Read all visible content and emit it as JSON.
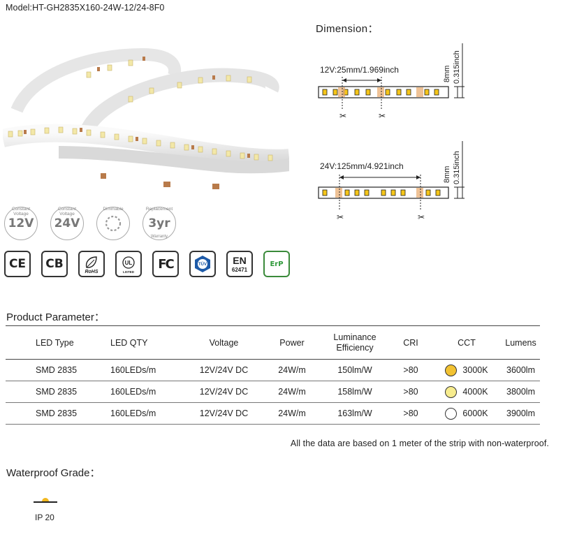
{
  "model": "Model:HT-GH2835X160-24W-12/24-8F0",
  "badges": {
    "v12": {
      "top": "Constant Voltage",
      "main": "12V"
    },
    "v24": {
      "top": "Constant Voltage",
      "main": "24V"
    },
    "dimmable": {
      "top": "Dimmable"
    },
    "warranty": {
      "top": "Replacement",
      "main": "3yr",
      "bottom": "Warranty"
    }
  },
  "certs": {
    "ce": "CE",
    "cb": "CB",
    "rohs": "RoHS",
    "ul": "UL",
    "fc": "FC",
    "tuv": "TÜV",
    "en_top": "EN",
    "en_bottom": "62471",
    "erp": "ErP"
  },
  "dimension": {
    "title": "Dimension：",
    "v12_cut": "12V:25mm/1.969inch",
    "v24_cut": "24V:125mm/4.921inch",
    "width_mm": "8mm",
    "width_inch": "0.315inch"
  },
  "product_parameter": {
    "title": "Product Parameter：",
    "headers": {
      "led_type": "LED Type",
      "led_qty": "LED QTY",
      "voltage": "Voltage",
      "power": "Power",
      "luminance_line1": "Luminance",
      "luminance_line2": "Efficiency",
      "cri": "CRI",
      "cct": "CCT",
      "lumens": "Lumens"
    },
    "rows": [
      {
        "led_type": "SMD 2835",
        "led_qty": "160LEDs/m",
        "voltage": "12V/24V DC",
        "power": "24W/m",
        "efficiency": "150lm/W",
        "cri": ">80",
        "cct": "3000K",
        "cct_color": "#f2c232",
        "lumens": "3600lm"
      },
      {
        "led_type": "SMD 2835",
        "led_qty": "160LEDs/m",
        "voltage": "12V/24V DC",
        "power": "24W/m",
        "efficiency": "158lm/W",
        "cri": ">80",
        "cct": "4000K",
        "cct_color": "#f7ec8e",
        "lumens": "3800lm"
      },
      {
        "led_type": "SMD 2835",
        "led_qty": "160LEDs/m",
        "voltage": "12V/24V DC",
        "power": "24W/m",
        "efficiency": "163lm/W",
        "cri": ">80",
        "cct": "6000K",
        "cct_color": "#ffffff",
        "lumens": "3900lm"
      }
    ],
    "note": "All  the data are based on 1 meter of the strip with non-waterproof."
  },
  "waterproof": {
    "title": "Waterproof Grade：",
    "ip": "IP 20"
  }
}
